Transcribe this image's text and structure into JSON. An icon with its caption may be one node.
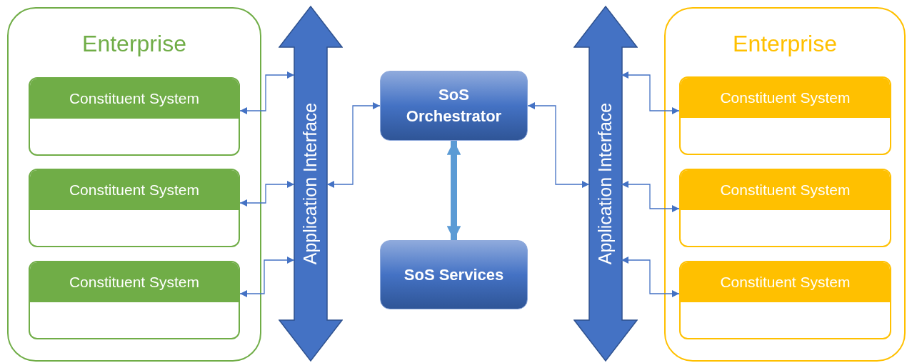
{
  "diagram": {
    "nodes": [
      {
        "text": [
          "Enterprise"
        ]
      },
      {
        "text": [
          "Constituent System"
        ],
        "in": 0
      },
      {
        "text": [
          "Constituent System"
        ],
        "in": 0
      },
      {
        "text": [
          "Constituent System"
        ],
        "in": 0
      },
      {
        "text": [
          "Application Interface"
        ]
      },
      {
        "text": [
          "SoS Orchestrator"
        ]
      },
      {
        "text": [
          "SoS Services"
        ]
      },
      {
        "text": [
          "Application Interface"
        ]
      },
      {
        "text": [
          "Enterprise"
        ]
      },
      {
        "text": [
          "Constituent System"
        ],
        "in": 8
      },
      {
        "text": [
          "Constituent System"
        ],
        "in": 8
      },
      {
        "text": [
          "Constituent System"
        ],
        "in": 8
      }
    ],
    "edges": [
      {
        "from": 1,
        "to": 4,
        "arrow": "both"
      },
      {
        "from": 2,
        "to": 4,
        "arrow": "both"
      },
      {
        "from": 3,
        "to": 4,
        "arrow": "both"
      },
      {
        "from": 4,
        "to": 5,
        "arrow": "both"
      },
      {
        "from": 5,
        "to": 6,
        "arrow": "both",
        "style": "thick",
        "color": "#5b9bd5"
      },
      {
        "from": 5,
        "to": 7,
        "arrow": "both"
      },
      {
        "from": 7,
        "to": 9,
        "arrow": "both"
      },
      {
        "from": 7,
        "to": 10,
        "arrow": "both"
      },
      {
        "from": 7,
        "to": 11,
        "arrow": "both"
      }
    ]
  }
}
